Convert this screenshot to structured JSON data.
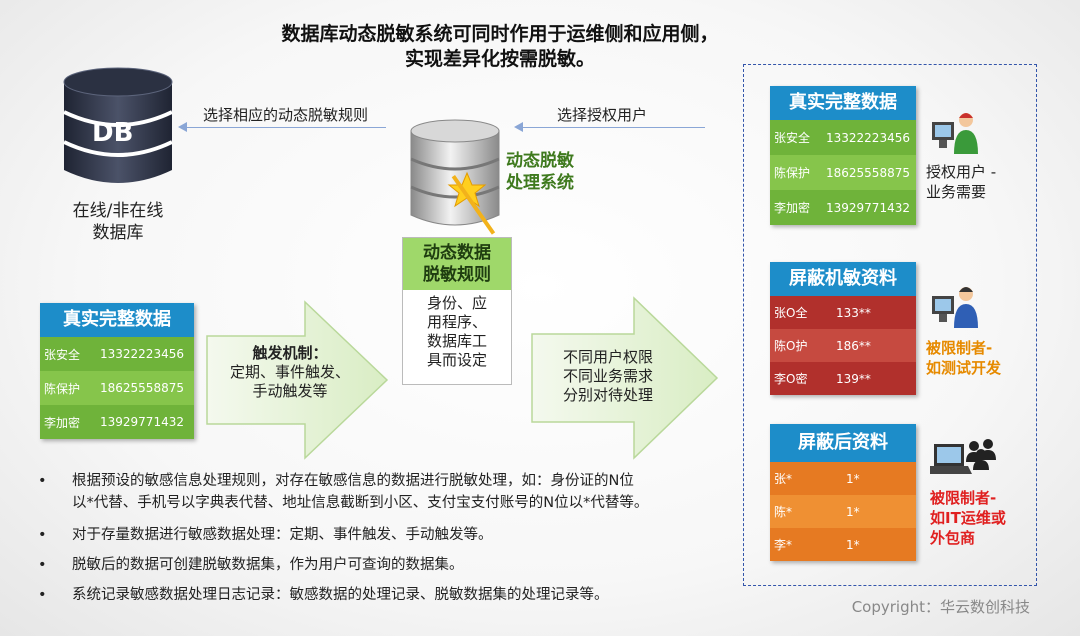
{
  "title_line1": "数据库动态脱敏系统可同时作用于运维侧和应用侧，",
  "title_line2": "实现差异化按需脱敏。",
  "db": {
    "icon_text": "DB",
    "label_line1": "在线/非在线",
    "label_line2": "数据库"
  },
  "arrow_left_label": "选择相应的动态脱敏规则",
  "arrow_right_label": "选择授权用户",
  "system": {
    "label_line1": "动态脱敏",
    "label_line2": "处理系统"
  },
  "rules": {
    "header_line1": "动态数据",
    "header_line2": "脱敏规则",
    "body": [
      "身份、应",
      "用程序、",
      "数据库工",
      "具而设定"
    ]
  },
  "left_table": {
    "header": "真实完整数据",
    "rows": [
      [
        "张安全",
        "13322223456"
      ],
      [
        "陈保护",
        "18625558875"
      ],
      [
        "李加密",
        "13929771432"
      ]
    ]
  },
  "trigger": {
    "title": "触发机制：",
    "line1": "定期、事件触发、",
    "line2": "手动触发等"
  },
  "policy": {
    "line1": "不同用户权限",
    "line2": "不同业务需求",
    "line3": "分别对待处理"
  },
  "right_tables": [
    {
      "header": "真实完整数据",
      "rows": [
        [
          "张安全",
          "13322223456"
        ],
        [
          "陈保护",
          "18625558875"
        ],
        [
          "李加密",
          "13929771432"
        ]
      ],
      "user_line1": "授权用户 -",
      "user_line2": "业务需要",
      "user_color": "#222222"
    },
    {
      "header": "屏蔽机敏资料",
      "rows": [
        [
          "张O全",
          "133**"
        ],
        [
          "陈O护",
          "186**"
        ],
        [
          "李O密",
          "139**"
        ]
      ],
      "user_line1": "被限制者-",
      "user_line2": "如测试开发",
      "user_color": "#e68a00"
    },
    {
      "header": "屏蔽后资料",
      "rows": [
        [
          "张*",
          "1*"
        ],
        [
          "陈*",
          "1*"
        ],
        [
          "李*",
          "1*"
        ]
      ],
      "user_line1": "被限制者-",
      "user_line2": "如IT运维或",
      "user_line3": "外包商",
      "user_color": "#e02020"
    }
  ],
  "bullets": [
    "根据预设的敏感信息处理规则，对存在敏感信息的数据进行脱敏处理，如：身份证的N位",
    "以*代替、手机号以字典表代替、地址信息截断到小区、支付宝支付账号的N位以*代替等。",
    "对于存量数据进行敏感数据处理：定期、事件触发、手动触发等。",
    "脱敏后的数据可创建脱敏数据集，作为用户可查询的数据集。",
    "系统记录敏感数据处理日志记录：敏感数据的处理记录、脱敏数据集的处理记录等。"
  ],
  "copyright": "Copyright：华云数创科技",
  "colors": {
    "blue": "#1d8dc9",
    "green": "#6fb33a",
    "red": "#b1302c",
    "orange": "#e67a22"
  }
}
